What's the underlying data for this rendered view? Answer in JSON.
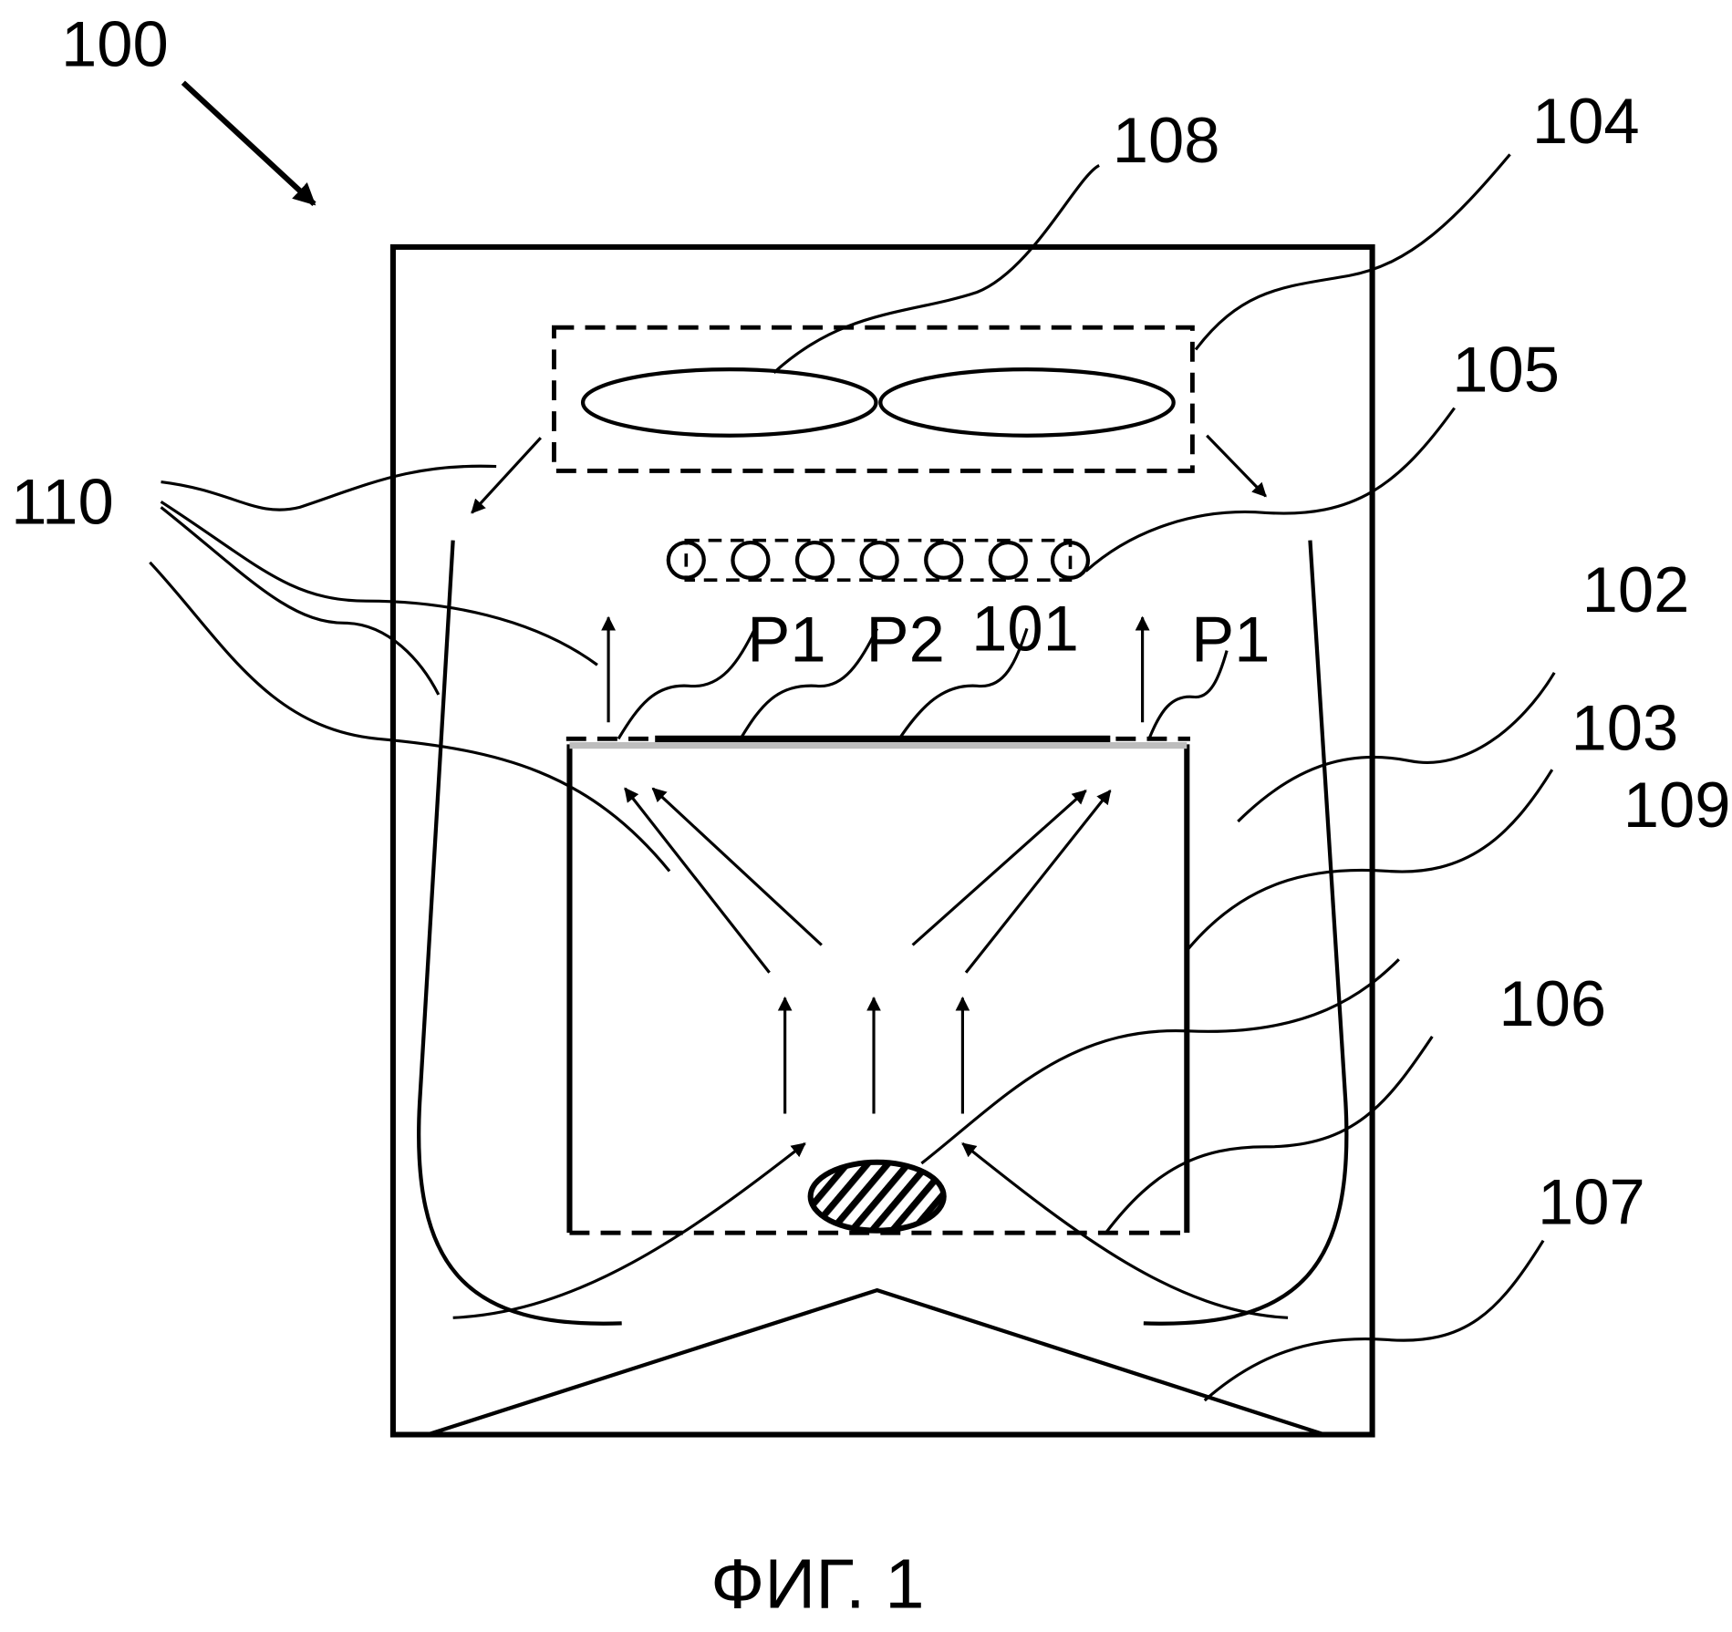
{
  "figure": {
    "caption": "ФИГ. 1",
    "reference_labels": {
      "device": "100",
      "chamber_top_layer": "101",
      "outer_space": "102",
      "inner_chamber_wall": "103",
      "heater_enclosure": "104",
      "heater_elements": "105",
      "object": "106",
      "base_deflector": "107",
      "fan": "108",
      "chamber_bottom": "109",
      "airflow_arrows": "110",
      "zone_p1_left": "P1",
      "zone_p2": "P2",
      "zone_p1_right": "P1"
    },
    "heater_element_count": 7
  }
}
